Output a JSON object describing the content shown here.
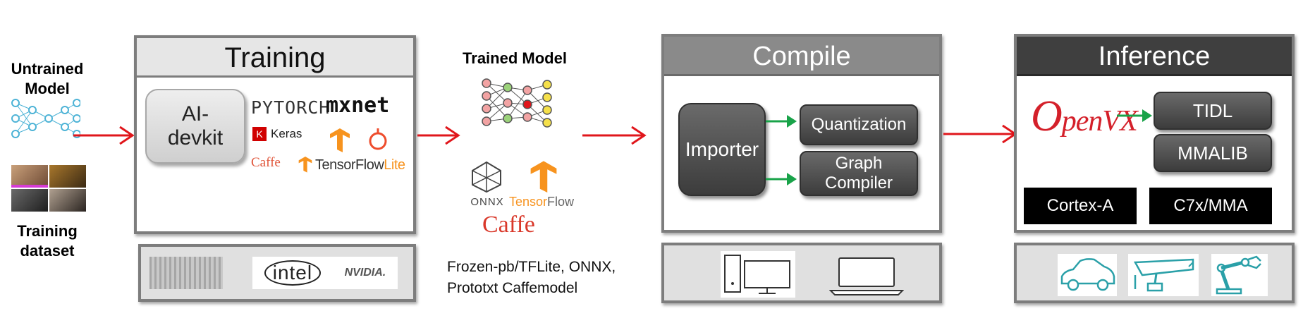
{
  "left": {
    "untrained_line1": "Untrained",
    "untrained_line2": "Model",
    "dataset_line1": "Training",
    "dataset_line2": "dataset"
  },
  "training": {
    "title": "Training",
    "aidevkit_line1": "AI-",
    "aidevkit_line2": "devkit",
    "logos": {
      "pytorch": "PYTORCH",
      "mxnet": "mxnet",
      "keras": "Keras",
      "keras_k": "K",
      "caffe": "Caffe",
      "tflite_a": "TensorFlow",
      "tflite_b": "Lite"
    },
    "hw": {
      "intel": "intel",
      "nvidia": "NVIDIA."
    }
  },
  "trained": {
    "title": "Trained Model",
    "onnx": "ONNX",
    "tensorflow_a": "Tensor",
    "tensorflow_b": "Flow",
    "caffe": "Caffe",
    "formats_line1": "Frozen-pb/TFLite, ONNX,",
    "formats_line2": "Prototxt Caffemodel"
  },
  "compile": {
    "title": "Compile",
    "importer": "Importer",
    "quantization": "Quantization",
    "graph_line1": "Graph",
    "graph_line2": "Compiler"
  },
  "inference": {
    "title": "Inference",
    "openvx_o": "O",
    "openvx_rest": "penVX",
    "tidl": "TIDL",
    "mmalib": "MMALIB",
    "cortex": "Cortex-A",
    "c7x": "C7x/MMA"
  },
  "colors": {
    "arrow_red": "#e0161b",
    "arrow_green": "#19a349",
    "panel_border": "#7d7d7d",
    "compile_header": "#8a8a8a",
    "inference_header": "#3f3f3f",
    "teal": "#2aa0a8"
  }
}
